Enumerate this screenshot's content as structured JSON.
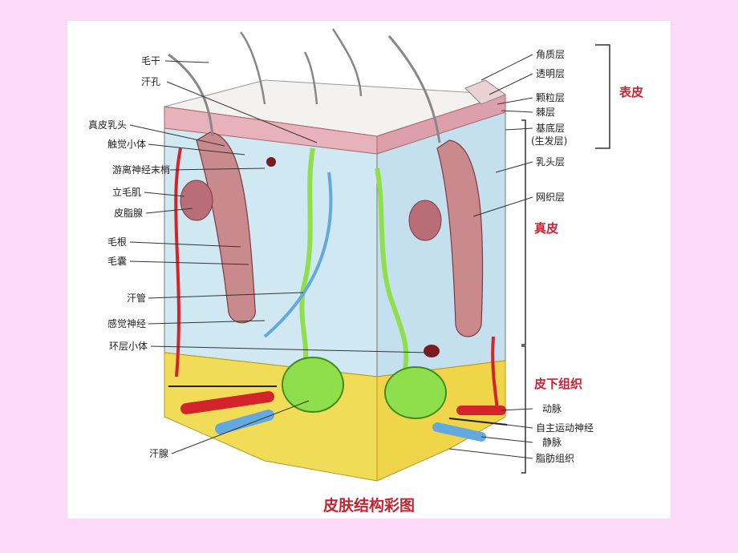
{
  "caption": "皮肤结构彩图",
  "left_labels": [
    "毛干",
    "汗孔",
    "真皮乳头",
    "触觉小体",
    "游离神经末梢",
    "立毛肌",
    "皮脂腺",
    "毛根",
    "毛囊",
    "汗管",
    "感觉神经",
    "环层小体",
    "汗腺"
  ],
  "right_labels": [
    "角质层",
    "透明层",
    "颗粒层",
    "棘层",
    "基底层",
    "(生发层)",
    "乳头层",
    "网织层",
    "动脉",
    "自主运动神经",
    "静脉",
    "脂肪组织"
  ],
  "groups": {
    "epidermis": "表皮",
    "dermis": "真皮",
    "hypodermis": "皮下组织"
  },
  "colors": {
    "background": "#fcd9f6",
    "dermis": "#cfe8f2",
    "epidermis": "#e7b2ba",
    "fat": "#f1dc58",
    "sweat_gland": "#8fdf4c",
    "artery": "#d3242c",
    "vein": "#63a9e0",
    "group_label": "#cc2233"
  }
}
